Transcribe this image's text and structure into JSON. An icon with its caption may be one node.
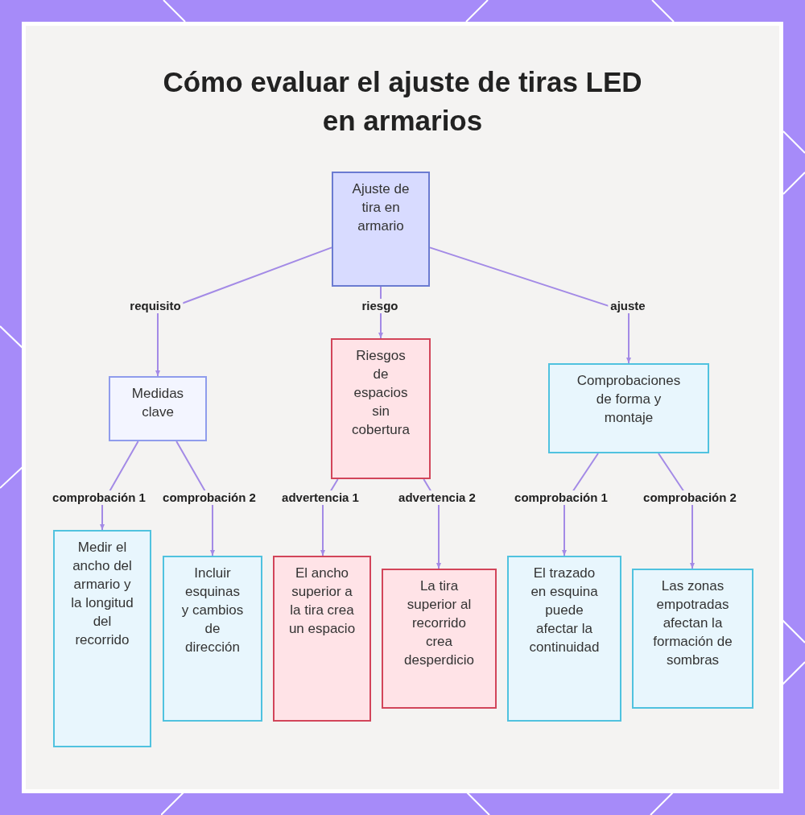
{
  "diagram": {
    "title": "Cómo evaluar el ajuste de tiras LED en armarios",
    "nodes": [
      {
        "text": [
          "Ajuste de tira en armario"
        ]
      },
      {
        "text": [
          "Medidas clave"
        ]
      },
      {
        "text": [
          "Riesgos de espacios sin cobertura"
        ]
      },
      {
        "text": [
          "Comprobaciones de forma y montaje"
        ]
      },
      {
        "text": [
          "Medir el ancho del armario y la longitud del recorrido"
        ]
      },
      {
        "text": [
          "Incluir esquinas y cambios de dirección"
        ]
      },
      {
        "text": [
          "El ancho superior a la tira crea un espacio"
        ]
      },
      {
        "text": [
          "La tira superior al recorrido crea desperdicio"
        ]
      },
      {
        "text": [
          "El trazado en esquina puede afectar la continuidad"
        ]
      },
      {
        "text": [
          "Las zonas empotradas afectan la formación de sombras"
        ]
      }
    ],
    "edges": [
      {
        "from": 0,
        "to": 1,
        "arrow": "to",
        "label": "requisito"
      },
      {
        "from": 0,
        "to": 2,
        "arrow": "to",
        "label": "riesgo"
      },
      {
        "from": 0,
        "to": 3,
        "arrow": "to",
        "label": "ajuste"
      },
      {
        "from": 1,
        "to": 4,
        "arrow": "to",
        "label": "comprobación 1"
      },
      {
        "from": 1,
        "to": 5,
        "arrow": "to",
        "label": "comprobación 2"
      },
      {
        "from": 2,
        "to": 6,
        "arrow": "to",
        "label": "advertencia 1"
      },
      {
        "from": 2,
        "to": 7,
        "arrow": "to",
        "label": "advertencia 2"
      },
      {
        "from": 3,
        "to": 8,
        "arrow": "to",
        "label": "comprobación 1"
      },
      {
        "from": 3,
        "to": 9,
        "arrow": "to",
        "label": "comprobación 2"
      }
    ]
  }
}
